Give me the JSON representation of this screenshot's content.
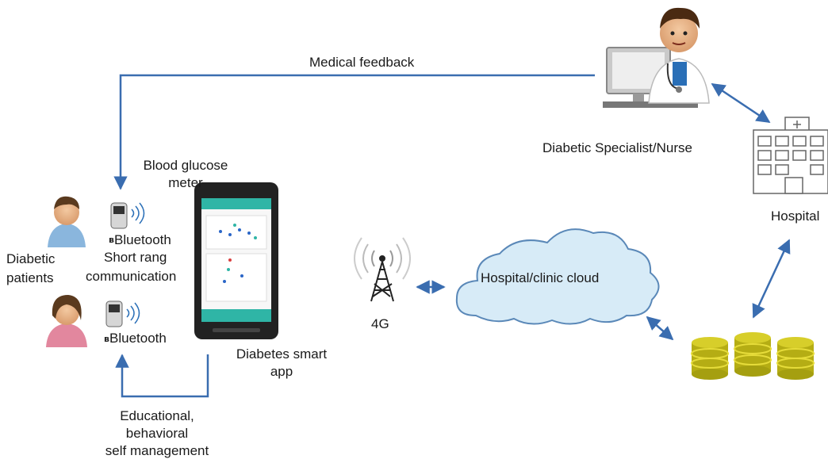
{
  "labels": {
    "medical_feedback": "Medical feedback",
    "specialist": "Diabetic Specialist/Nurse",
    "hospital": "Hospital",
    "blood_glucose_1": "Blood glucose",
    "blood_glucose_2": "meter",
    "bluetooth_1": "Bluetooth",
    "short_rang": "Short rang",
    "communication": "communication",
    "bluetooth_2": "Bluetooth",
    "patients_1": "Diabetic",
    "patients_2": "patients",
    "app_1": "Diabetes smart",
    "app_2": "app",
    "edu_1": "Educational,",
    "edu_2": "behavioral",
    "edu_3": "self management",
    "network": "4G",
    "cloud": "Hospital/clinic cloud"
  },
  "colors": {
    "arrow": "#3a6db0",
    "cloud_fill": "#d7ebf7",
    "cloud_stroke": "#5a88b8",
    "coin": "#c8c21a",
    "phone": "#222222",
    "app_header": "#2fb5a6"
  },
  "icons": [
    "doctor-icon",
    "hospital-icon",
    "phone-icon",
    "glucose-meter-icon",
    "patient-male-icon",
    "patient-female-icon",
    "antenna-icon",
    "cloud-icon",
    "database-icon"
  ]
}
